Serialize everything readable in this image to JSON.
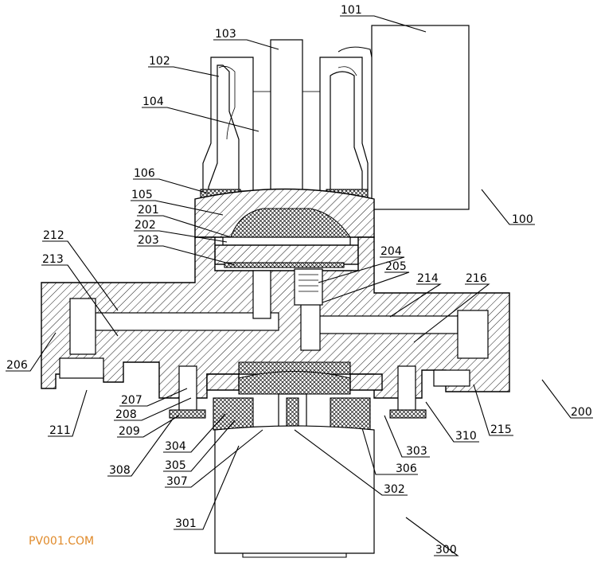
{
  "labels": {
    "l100": "100",
    "l101": "101",
    "l102": "102",
    "l103": "103",
    "l104": "104",
    "l105": "105",
    "l106": "106",
    "l200": "200",
    "l201": "201",
    "l202": "202",
    "l203": "203",
    "l204": "204",
    "l205": "205",
    "l206": "206",
    "l207": "207",
    "l208": "208",
    "l209": "209",
    "l211": "211",
    "l212": "212",
    "l213": "213",
    "l214": "214",
    "l215": "215",
    "l216": "216",
    "l300": "300",
    "l301": "301",
    "l302": "302",
    "l303": "303",
    "l304": "304",
    "l305": "305",
    "l306": "306",
    "l307": "307",
    "l308": "308",
    "l310": "310"
  },
  "watermark": "PV001.COM"
}
